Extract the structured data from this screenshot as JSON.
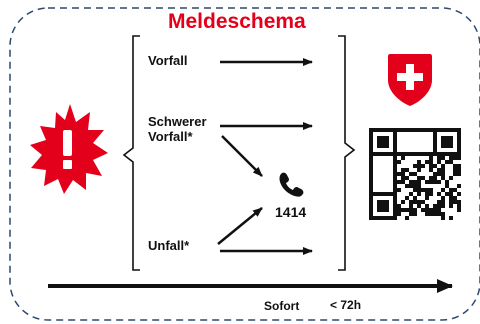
{
  "title": "Meldeschema",
  "steps": {
    "vorfall": "Vorfall",
    "schwerer_vorfall": [
      "Schwerer",
      "Vorfall*"
    ],
    "unfall": "Unfall*"
  },
  "phone_number": "1414",
  "timeline": {
    "immediate": "Sofort",
    "deadline": "< 72h"
  },
  "colors": {
    "accent_red": "#e3001b",
    "frame_blue": "#2b4a6f",
    "ink": "#111111"
  },
  "icons": [
    "alert-burst-icon",
    "phone-icon",
    "swiss-shield-icon",
    "qr-code-icon"
  ]
}
